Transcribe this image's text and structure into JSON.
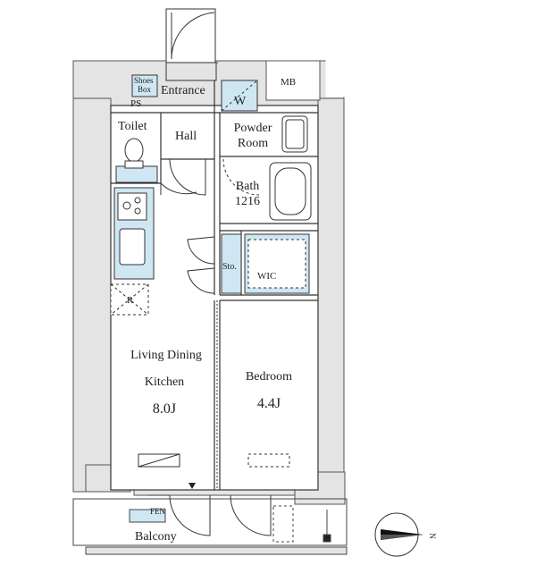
{
  "rooms": {
    "shoes_box_line1": "Shoes",
    "shoes_box_line2": "Box",
    "entrance": "Entrance",
    "washer": "W",
    "mb": "MB",
    "ps": "PS",
    "toilet": "Toilet",
    "hall": "Hall",
    "powder_room_line1": "Powder",
    "powder_room_line2": "Room",
    "bath_line1": "Bath",
    "bath_line2": "1216",
    "storage": "Sto.",
    "wic": "WIC",
    "refrigerator": "R",
    "living_line1": "Living Dining",
    "living_line2": "Kitchen",
    "living_size": "8.0J",
    "bedroom": "Bedroom",
    "bedroom_size": "4.4J",
    "fen": "FEN",
    "balcony": "Balcony"
  },
  "compass": {
    "label": "N"
  },
  "colors": {
    "fixture_blue": "#cfe7f3",
    "wall_gray": "#e4e4e4",
    "line": "#333333"
  }
}
